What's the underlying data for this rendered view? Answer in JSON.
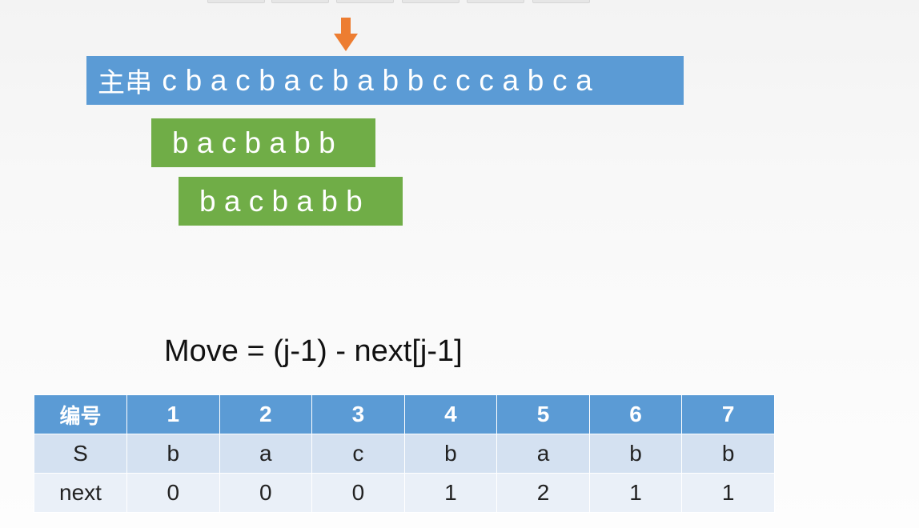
{
  "main_string": {
    "label": "主串",
    "chars": "c b a c b a c b a b b c c c a b c a"
  },
  "patterns": [
    "b a c b a b b",
    "b a c b a b b"
  ],
  "formula": "Move = (j-1) - next[j-1]",
  "table": {
    "header": [
      "编号",
      "1",
      "2",
      "3",
      "4",
      "5",
      "6",
      "7"
    ],
    "row_s": [
      "S",
      "b",
      "a",
      "c",
      "b",
      "a",
      "b",
      "b"
    ],
    "row_next": [
      "next",
      "0",
      "0",
      "0",
      "1",
      "2",
      "1",
      "1"
    ]
  },
  "colors": {
    "main_strip": "#5b9bd5",
    "pattern_strip": "#70ad47",
    "arrow": "#ed7d31",
    "table_header": "#5b9bd5"
  },
  "icons": {
    "pointer": "down-arrow-icon"
  }
}
